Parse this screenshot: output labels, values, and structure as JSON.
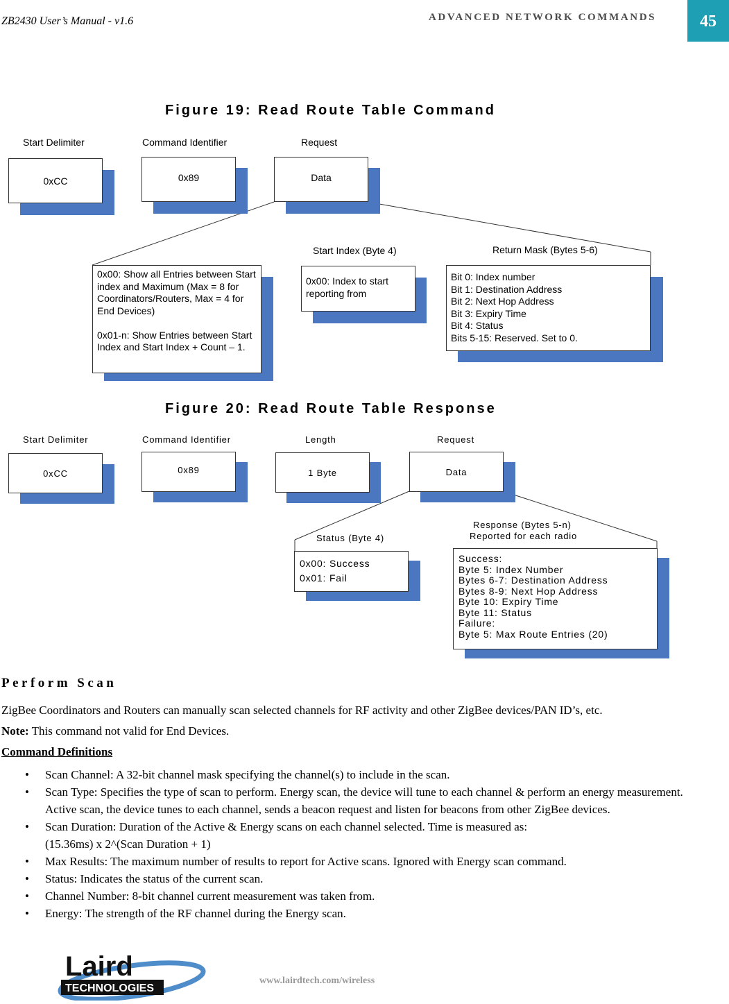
{
  "header": {
    "doc_title": "ZB2430 User’s Manual - v1.6",
    "section_title": "ADVANCED NETWORK COMMANDS",
    "page_number": "45"
  },
  "fig19": {
    "title": "Figure 19: Read Route Table Command",
    "labels": {
      "start_delimiter": "Start Delimiter",
      "command_identifier": "Command Identifier",
      "request": "Request",
      "start_index": "Start Index (Byte 4)",
      "return_mask": "Return Mask (Bytes 5-6)"
    },
    "boxes": {
      "start": "0xCC",
      "cmd": "0x89",
      "data": "Data",
      "entries": "0x00: Show all Entries between Start index and Maximum (Max = 8 for Coordinators/Routers, Max = 4 for End Devices)\n\n0x01-n: Show Entries between Start Index and Start Index + Count – 1.",
      "start_index": "0x00: Index to start reporting from",
      "return_mask": "Bit 0: Index number\nBit 1: Destination Address\nBit 2: Next Hop Address\nBit 3: Expiry Time\nBit 4: Status\nBits 5-15: Reserved.  Set to 0."
    }
  },
  "fig20": {
    "title": "Figure 20: Read Route Table Response",
    "labels": {
      "start_delimiter": "Start Delimiter",
      "command_identifier": "Command Identifier",
      "length": "Length",
      "request": "Request",
      "status": "Status (Byte 4)",
      "response_1": "Response (Bytes 5-n)",
      "response_2": "Reported for each radio"
    },
    "boxes": {
      "start": "0xCC",
      "cmd": "0x89",
      "length": "1 Byte",
      "data": "Data",
      "status": "0x00: Success\n0x01: Fail",
      "response": "Success:\nByte 5: Index Number\nBytes 6-7: Destination Address\nBytes 8-9: Next Hop Address\nByte 10: Expiry Time\nByte 11: Status\nFailure:\nByte 5: Max Route Entries (20)"
    }
  },
  "section": {
    "heading": "Perform Scan",
    "intro": "ZigBee Coordinators and Routers can manually scan selected channels for RF activity and other ZigBee devices/PAN ID’s, etc.",
    "note_label": "Note:",
    "note_text": " This command not valid for End Devices.",
    "defs_heading": "Command Definitions",
    "bullet_char": "•",
    "bullets": [
      "Scan Channel: A 32-bit channel mask specifying the channel(s) to include in the scan.",
      "Scan Type: Specifies the type of scan to perform.  Energy scan, the device will tune to each channel & perform an energy measurement.  Active scan, the device tunes to each channel, sends a beacon request and listen for beacons from other ZigBee devices.",
      "Scan Duration: Duration of the Active & Energy scans on each channel selected.  Time is measured as:",
      "Max Results: The maximum number of results to report for Active scans.  Ignored with Energy scan command.",
      "Status:  Indicates the status of the current scan.",
      "Channel Number: 8-bit channel current measurement was taken from.",
      "Energy: The strength of the RF channel during the Energy scan."
    ],
    "duration_formula": "(15.36ms) x 2^(Scan Duration + 1)"
  },
  "footer": {
    "logo_text_1": "Laird",
    "logo_text_2": "TECHNOLOGIES",
    "url": "www.lairdtech.com/wireless"
  },
  "colors": {
    "accent": "#1e9fb4",
    "box_shadow": "#4a77c0",
    "logo_swoosh": "#3b7fc4"
  }
}
